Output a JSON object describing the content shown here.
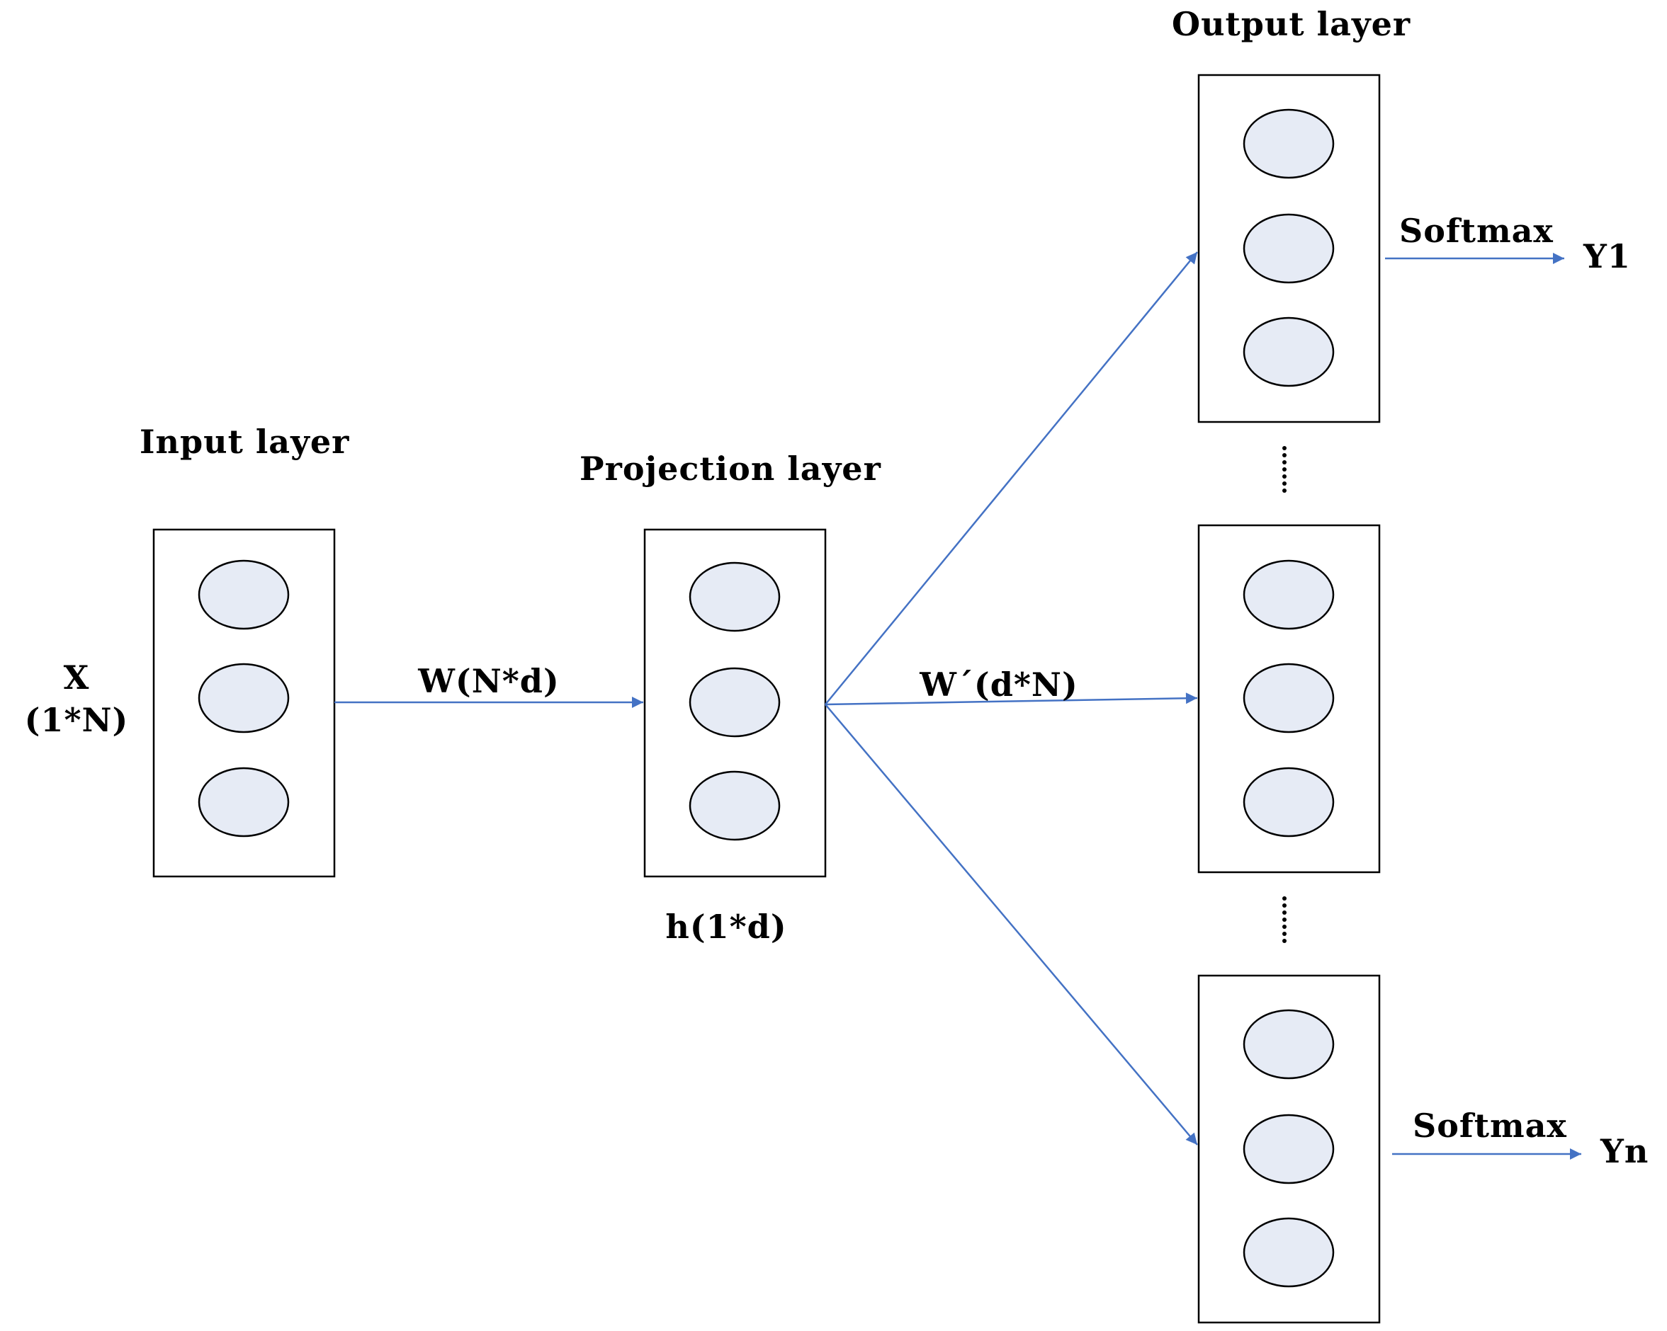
{
  "labels": {
    "input_layer": "Input layer",
    "projection_layer": "Projection layer",
    "output_layer": "Output layer",
    "x_name": "X",
    "x_shape": "(1*N)",
    "w_in": "W(N*d)",
    "w_out": "W´(d*N)",
    "h": "h(1*d)",
    "softmax_top": "Softmax",
    "y1": "Y1",
    "softmax_bottom": "Softmax",
    "yn": "Yn"
  },
  "colors": {
    "connector": "#4472c4",
    "node_fill": "#e6ebf5",
    "box_stroke": "#000000"
  }
}
